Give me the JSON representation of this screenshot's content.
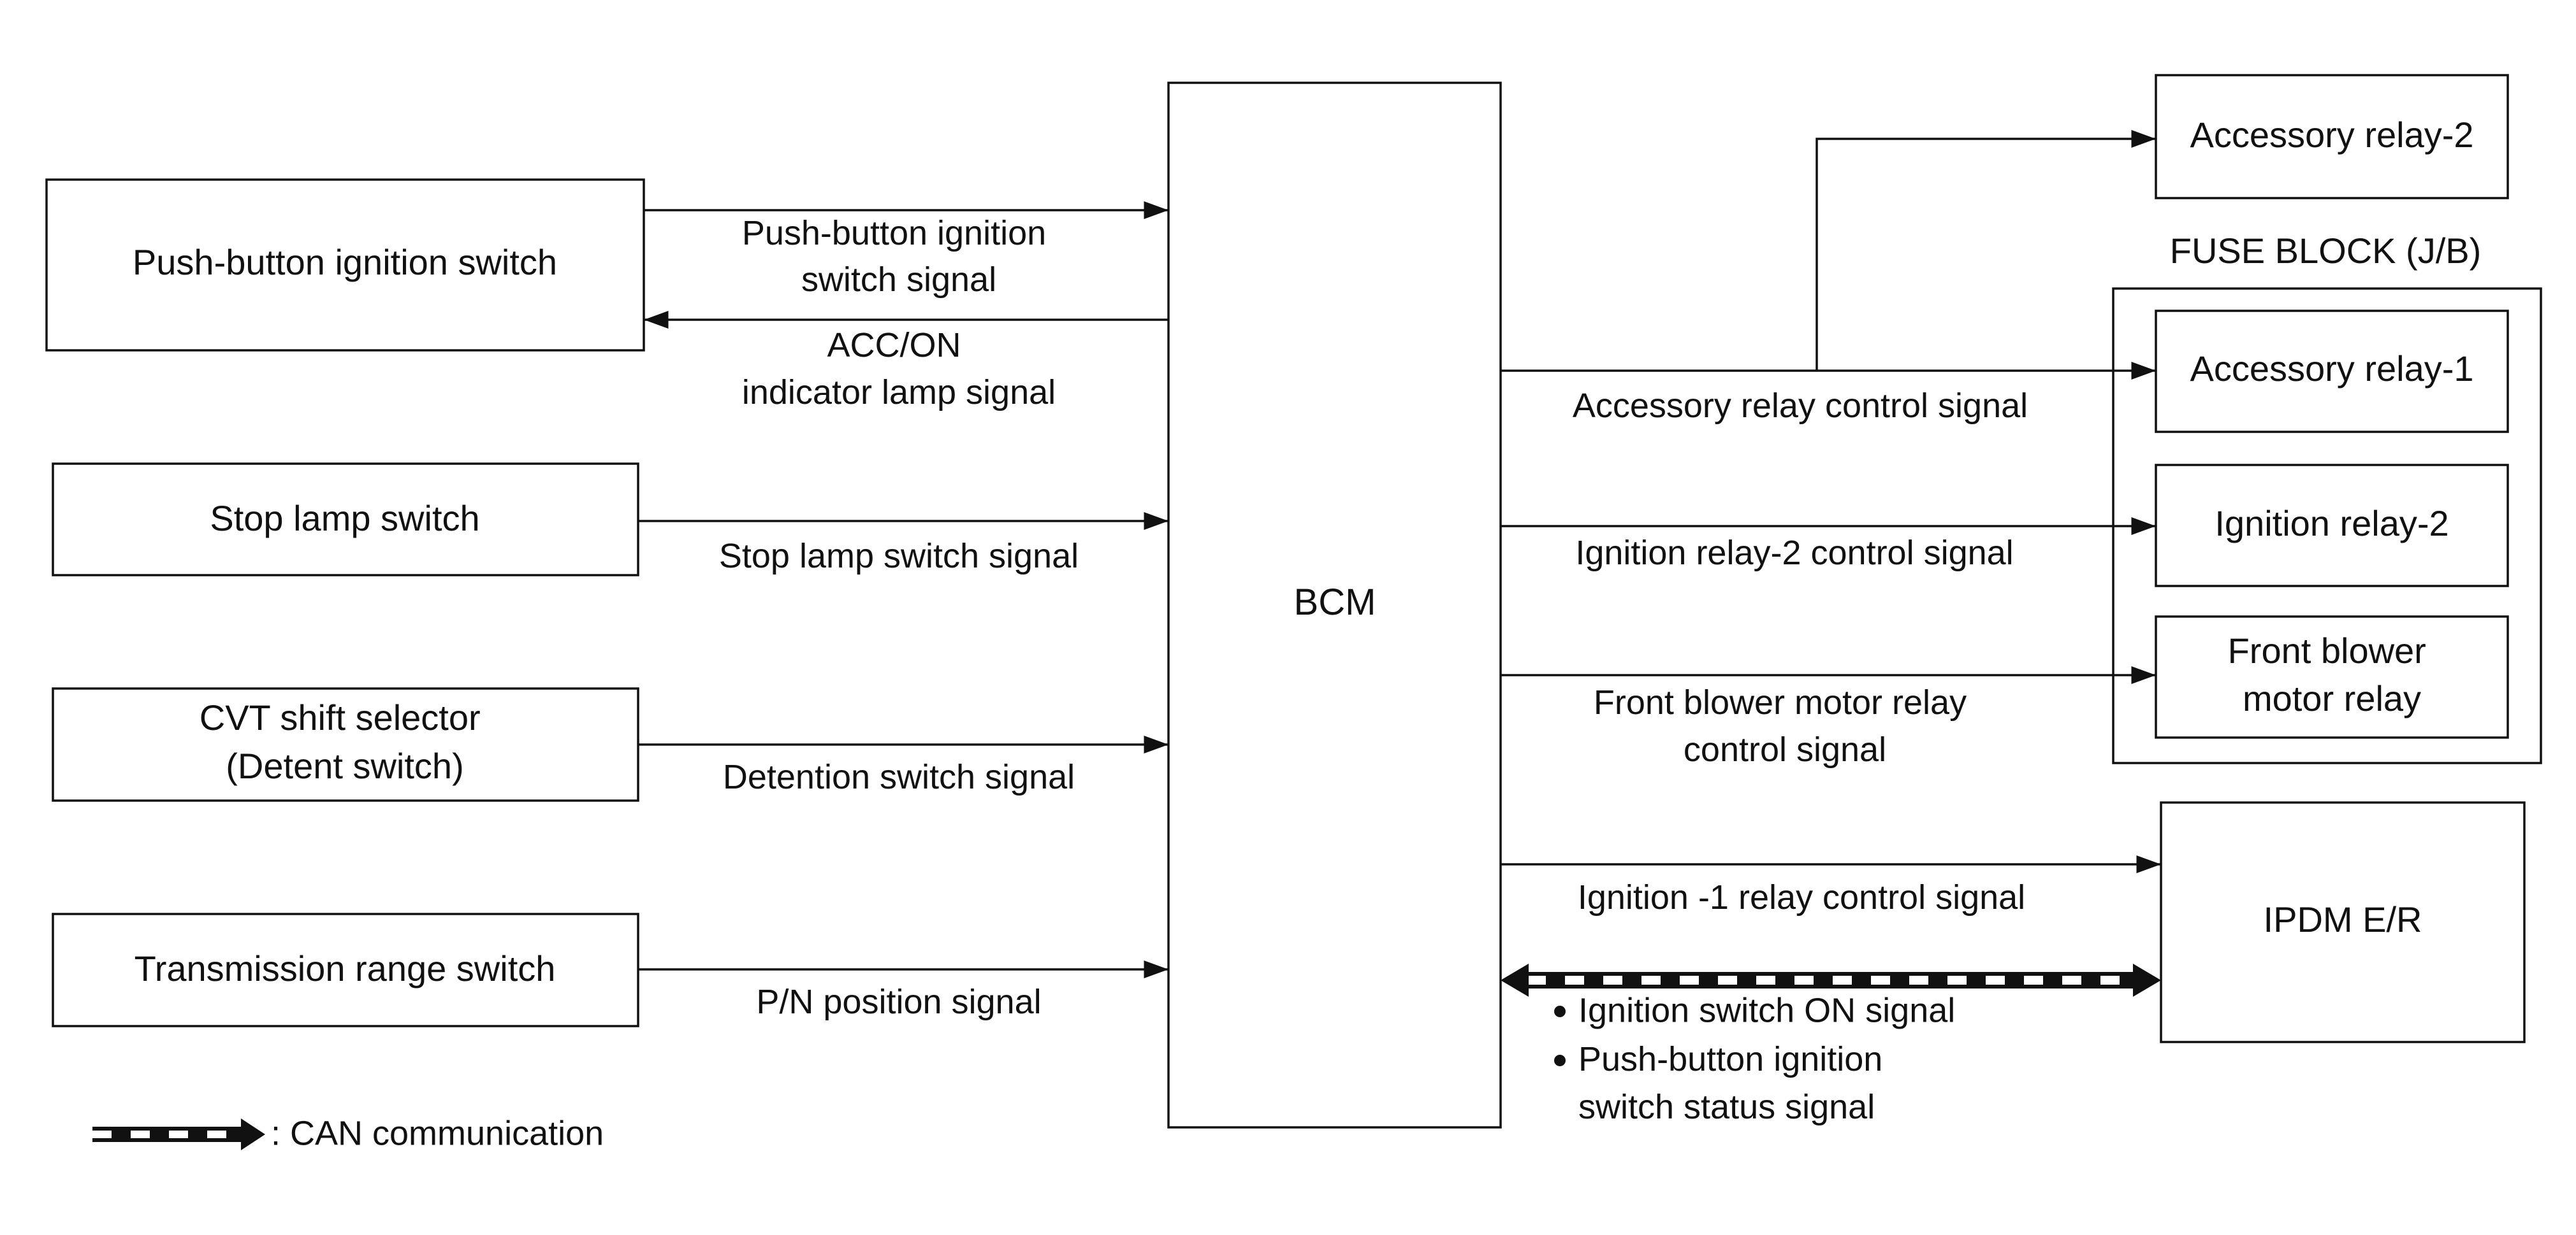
{
  "components": {
    "push_button_switch": [
      "Push-button ignition switch"
    ],
    "stop_lamp_switch": [
      "Stop lamp switch"
    ],
    "cvt_shift_selector": [
      "CVT shift selector",
      "(Detent switch)"
    ],
    "transmission_range_switch": [
      "Transmission range switch"
    ],
    "bcm": [
      "BCM"
    ],
    "accessory_relay_2": [
      "Accessory relay-2"
    ],
    "fuse_block_title": "FUSE BLOCK (J/B)",
    "accessory_relay_1": [
      "Accessory relay-1"
    ],
    "ignition_relay_2": [
      "Ignition relay-2"
    ],
    "front_blower_motor_relay": [
      "Front blower",
      "motor relay"
    ],
    "ipdm": [
      "IPDM E/R"
    ]
  },
  "signals": {
    "push_button_signal": [
      "Push-button ignition",
      "switch signal"
    ],
    "acc_on_indicator": [
      "ACC/ON",
      "indicator lamp signal"
    ],
    "stop_lamp_signal": [
      "Stop lamp switch signal"
    ],
    "detention_signal": [
      "Detention switch signal"
    ],
    "pn_position": [
      "P/N position signal"
    ],
    "accessory_relay_control": [
      "Accessory relay control signal"
    ],
    "ignition_relay2_control": [
      "Ignition relay-2 control signal"
    ],
    "blower_relay_control": [
      "Front blower motor relay",
      "control signal"
    ],
    "ignition1_relay_control": [
      "Ignition -1 relay control signal"
    ],
    "can_items": [
      "Ignition switch ON signal",
      "Push-button ignition",
      "switch status signal"
    ]
  },
  "legend": {
    "can_label": ": CAN communication"
  },
  "colors": {
    "line": "#111111",
    "background": "#ffffff"
  }
}
